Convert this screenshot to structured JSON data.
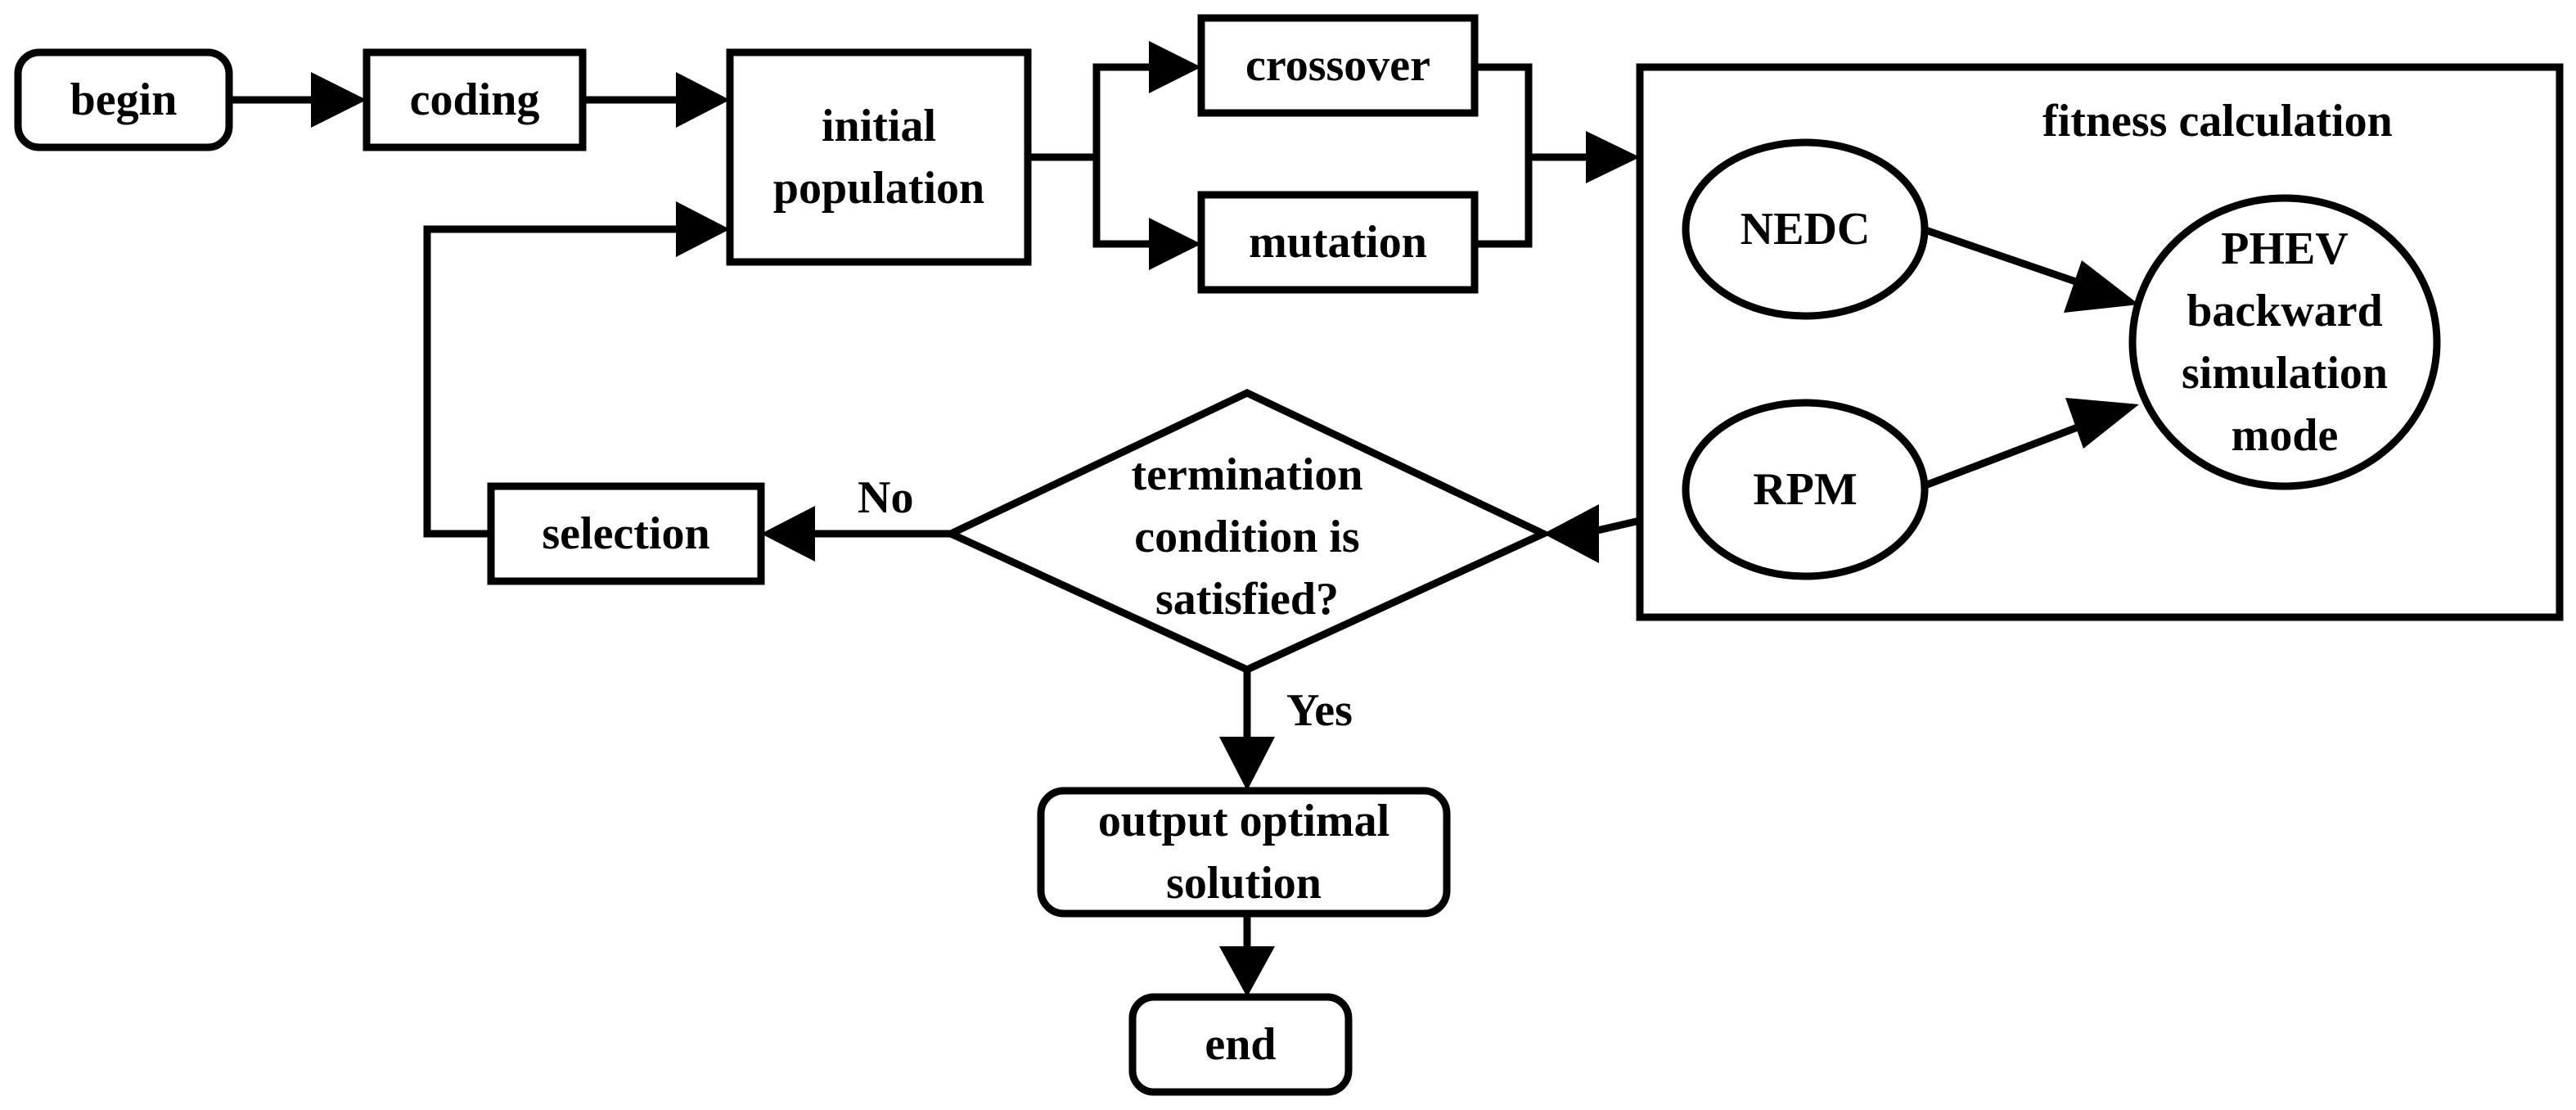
{
  "nodes": {
    "begin": "begin",
    "coding": "coding",
    "initial_population": "initial\npopulation",
    "crossover": "crossover",
    "mutation": "mutation",
    "fitness_calculation": "fitness calculation",
    "nedc": "NEDC",
    "rpm": "RPM",
    "phev_model": "PHEV\nbackward\nsimulation\nmode",
    "termination_condition": "termination\ncondition is\nsatisfied?",
    "selection": "selection",
    "output_optimal_solution": "output optimal\nsolution",
    "end": "end"
  },
  "edge_labels": {
    "no": "No",
    "yes": "Yes"
  },
  "colors": {
    "stroke": "#000000",
    "background": "#ffffff"
  }
}
